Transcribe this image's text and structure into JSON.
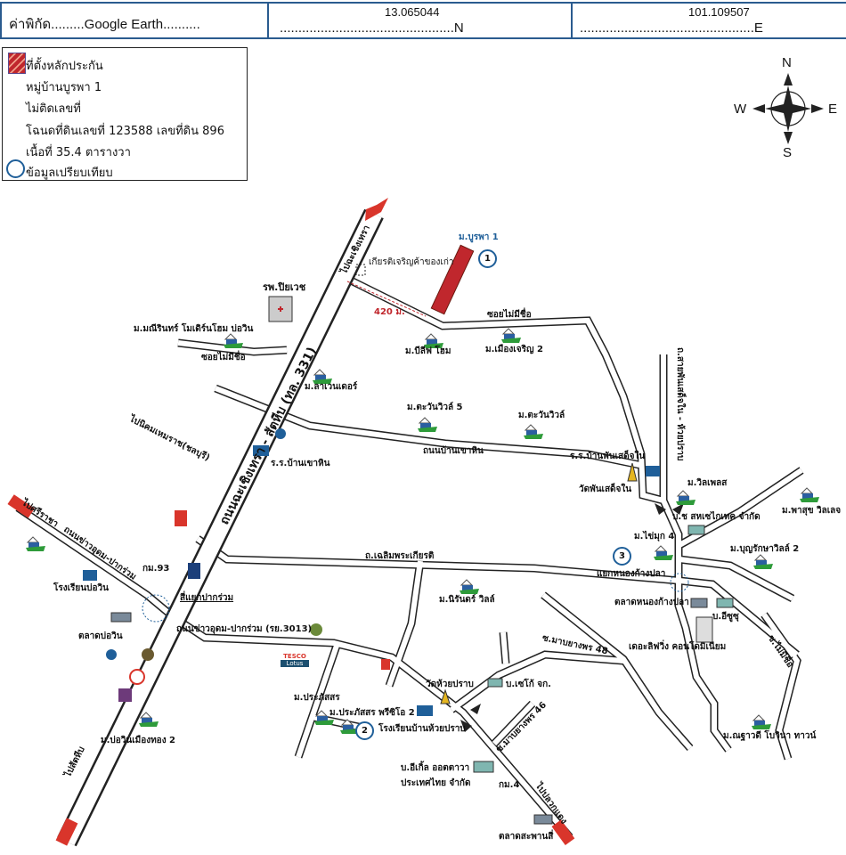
{
  "header": {
    "coord_label": "ค่าพิกัด.........Google Earth..........",
    "lat_value": "13.065044",
    "lat_suffix": "...............................................N",
    "lon_value": "101.109507",
    "lon_suffix": "...............................................E"
  },
  "legend": {
    "collateral_label": "ที่ตั้งหลักประกัน",
    "village": "หมู่บ้านบูรพา 1",
    "house_no": "ไม่ติดเลขที่",
    "deed": "โฉนดที่ดินเลขที่ 123588 เลขที่ดิน 896",
    "area": "เนื้อที่ 35.4 ตารางวา",
    "comparison_label": "ข้อมูลเปรียบเทียบ"
  },
  "compass": {
    "n": "N",
    "s": "S",
    "e": "E",
    "w": "W"
  },
  "colors": {
    "border": "#2a5b8f",
    "collateral": "#c0272d",
    "marker": "#1f5f99",
    "house_green": "#2e9b3a"
  },
  "map": {
    "highway": "ถนนฉะเชิงเทรา - สัตหีบ (ทล. 331)",
    "to_chachoengsao": "ไปฉะเชิงเทรา",
    "to_sattahip": "ไปสัตหีบ",
    "to_sriracha": "ไปศรีราชา",
    "to_pluakdaeng": "ไปปลวกแดง",
    "to_hemaraj": "ไปนิคมเหมราช(ชลบุรี)",
    "kiat_charoen": "เกียรติเจริญค้าของเก่า",
    "burapha1": "ม.บูรพา 1",
    "distance": "420 ม.",
    "piyavate": "รพ.ปิยเวช",
    "maneerin": "ม.มณีรินทร์ โมเดิร์นโฮม บ่อวิน",
    "soi_noname_1": "ซอยไม่มีชื่อ",
    "soi_noname_2": "ซอยไม่มีชื่อ",
    "believe_home": "ม.บีลีฟ โฮม",
    "muang_charoen2": "ม.เมืองเจริญ 2",
    "lavender": "ม.ลาเวนเดอร์",
    "tawan5": "ม.ตะวันวิวล์ 5",
    "tawan": "ม.ตะวันวิวล์",
    "khao_hin_road": "ถนนบ้านเขาหิน",
    "khao_hin_school": "ร.ร.บ้านเขาหิน",
    "phan_sadet_school": "ร.ร.บ้านพันเสด็จใน",
    "phan_sadet_temple": "วัดพันเสด็จใน",
    "phan_sadet_road": "ถ.สายพันเสด็จใน - ห้วยปราบ",
    "villa_place": "ม.วิลเพลส",
    "sahasei": "บ.ช สหเซไกเทค จำกัด",
    "pasuk": "ม.พาสุข วิลเลจ",
    "khaimuk4": "ม.ไข่มุก 4",
    "boonraksa2": "ม.บุญรักษาวิลล์ 2",
    "nong_kang_pla_junction": "แยกหนองก้างปลา",
    "nong_kang_pla_market": "ตลาดหนองก้างปลา",
    "isuzu": "บ.อีซูซุ",
    "living_condo": "เดอะลิฟวิ่ง คอนโดมิเนียม",
    "soi_noname_3": "ซ.ไม่มีชื่อ",
    "soi48": "ซ.มาบยางพร 48",
    "natthawadee": "ม.ณฐาวดี โบวินา ทาวน์",
    "chaloem_road": "ถ.เฉลิมพระเกียรติ",
    "khao_udom_road": "ถนนข่าวอุดม-ปากร่วม",
    "bowin_school": "โรงเรียนบ่อวิน",
    "km93": "กม.93",
    "pak_ruam_junction": "สี่แยกปากร่วม",
    "bowin_market": "ตลาดบ่อวิน",
    "road_3013": "ถนนข่าวอุดม-ปากร่วม (รย.3013)",
    "bowin_muangthong2": "ม.บ่อวินเมืองทอง 2",
    "niran_ville": "ม.นิรันดร์ วิลล์",
    "prapatsorn": "ม.ประภัสสร",
    "prapatsorn2": "ม.ประภัสสร พรีซิโอ 2",
    "huai_prap_temple": "วัดห้วยปราบ",
    "seiko": "บ.เซโก้ จก.",
    "huai_prap_school": "โรงเรียนบ้านห้วยปราบ",
    "soi46": "ซ.มาบยางพร 46",
    "eagle1": "บ.อีเกิ้ล ออตตาวา",
    "eagle2": "ประเทศไทย จำกัด",
    "km4": "กม.4",
    "saphan_si_market": "ตลาดสะพานสี่",
    "tesco": "TESCO",
    "lotus": "Lotus",
    "marker1": "1",
    "marker2": "2",
    "marker3": "3"
  }
}
